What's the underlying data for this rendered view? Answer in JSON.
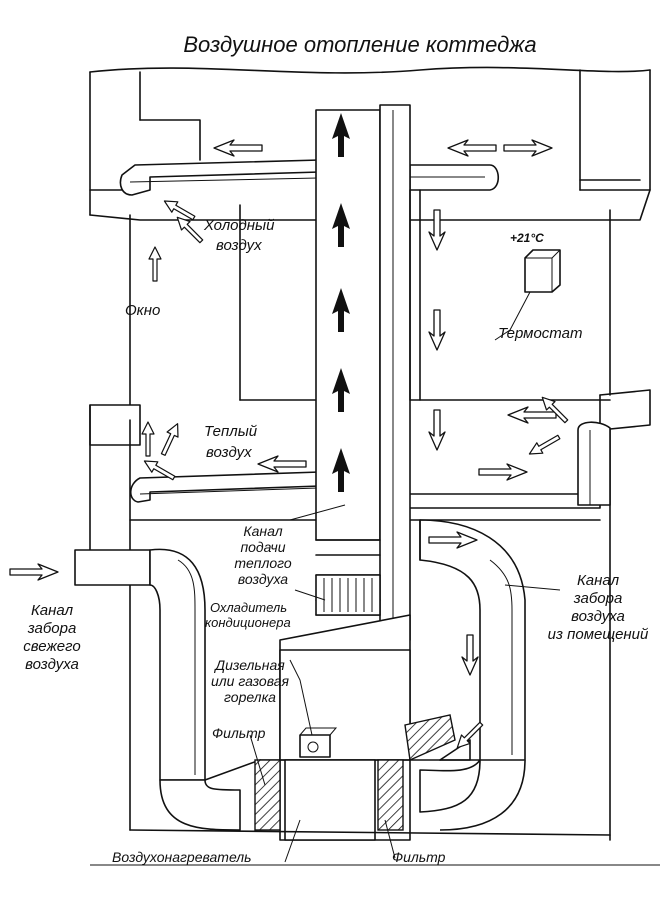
{
  "title": "Воздушное отопление коттеджа",
  "labels": {
    "cold_air": [
      "Холодный",
      "воздух"
    ],
    "window": "Окно",
    "thermostat_temp": "+21°С",
    "thermostat": "Термостат",
    "warm_air": [
      "Теплый",
      "воздух"
    ],
    "supply_channel": [
      "Канал",
      "подачи",
      "теплого",
      "воздуха"
    ],
    "cooler": [
      "Охладитель",
      "кондиционера"
    ],
    "fresh_intake": [
      "Канал",
      "забора",
      "свежего",
      "воздуха"
    ],
    "return_intake": [
      "Канал",
      "забора",
      "воздуха",
      "из помещений"
    ],
    "burner": [
      "Дизельная",
      "или газовая",
      "горелка"
    ],
    "filter_left": "Фильтр",
    "heater": "Воздухонагреватель",
    "filter_right": "Фильтр"
  }
}
